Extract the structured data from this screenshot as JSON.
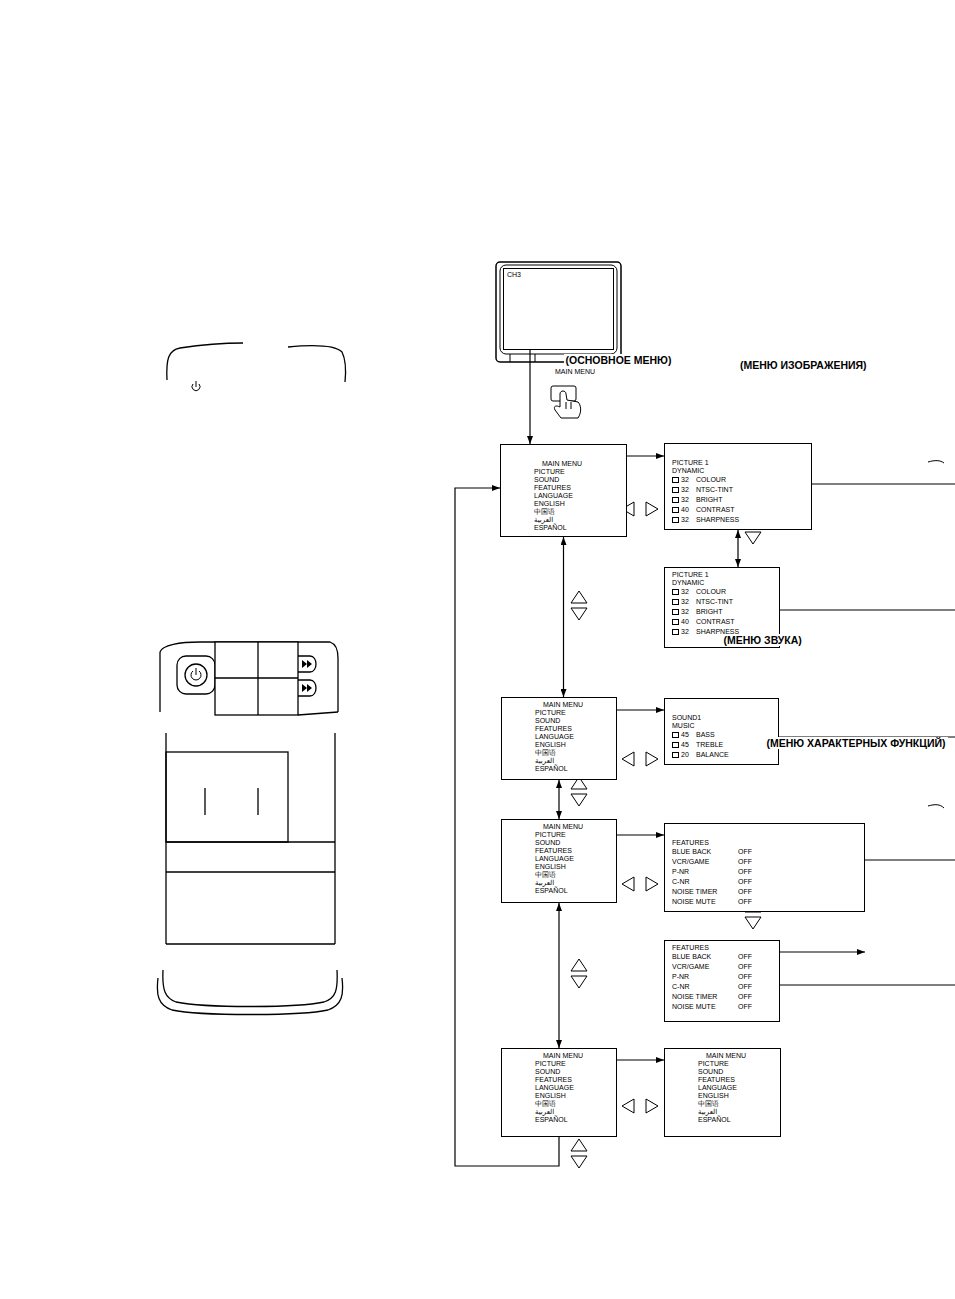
{
  "diagram": {
    "nodes": [
      {
        "text": [
          "CH3"
        ]
      },
      {
        "text": [
          "(ОСНОВНОЕ МЕНЮ)",
          "MAIN MENU",
          "PICTURE",
          "SOUND",
          "FEATURES",
          "LANGUAGE",
          "ENGLISH",
          "中国语",
          "العربية",
          "ESPAÑOL"
        ]
      },
      {
        "text": [
          "(МЕНЮ ИЗОБРАЖЕНИЯ)",
          "PICTURE 1",
          "DYNAMIC",
          "32",
          "COLOUR",
          "32",
          "NTSC-TINT",
          "32",
          "BRIGHT",
          "40",
          "CONTRAST",
          "32",
          "SHARPNESS"
        ]
      },
      {
        "text": [
          "PICTURE 1",
          "DYNAMIC",
          "32",
          "COLOUR",
          "32",
          "NTSC-TINT",
          "32",
          "BRIGHT",
          "40",
          "CONTRAST",
          "32",
          "SHARPNESS"
        ]
      },
      {
        "text": [
          "MAIN MENU",
          "PICTURE",
          "SOUND",
          "FEATURES",
          "LANGUAGE",
          "ENGLISH",
          "中国语",
          "العربية",
          "ESPAÑOL"
        ]
      },
      {
        "text": [
          "(МЕНЮ ЗВУКА)",
          "SOUND1",
          "MUSIC",
          "45",
          "BASS",
          "45",
          "TREBLE",
          "20",
          "BALANCE"
        ]
      },
      {
        "text": [
          "MAIN MENU",
          "PICTURE",
          "SOUND",
          "FEATURES",
          "LANGUAGE",
          "ENGLISH",
          "中国语",
          "العربية",
          "ESPAÑOL"
        ]
      },
      {
        "text": [
          "(МЕНЮ ХАРАКТЕРНЫХ ФУНКЦИЙ)",
          "FEATURES",
          "BLUE BACK",
          "OFF",
          "VCR/GAME",
          "OFF",
          "P-NR",
          "OFF",
          "C-NR",
          "OFF",
          "NOISE TIMER",
          "OFF",
          "NOISE MUTE",
          "OFF"
        ]
      },
      {
        "text": [
          "FEATURES",
          "BLUE BACK",
          "OFF",
          "VCR/GAME",
          "OFF",
          "P-NR",
          "OFF",
          "C-NR",
          "OFF",
          "NOISE TIMER",
          "OFF",
          "NOISE MUTE",
          "OFF"
        ]
      },
      {
        "text": [
          "MAIN MENU",
          "PICTURE",
          "SOUND",
          "FEATURES",
          "LANGUAGE",
          "ENGLISH",
          "中国语",
          "العربية",
          "ESPAÑOL"
        ]
      },
      {
        "text": [
          "MAIN MENU",
          "PICTURE",
          "SOUND",
          "FEATURES",
          "LANGUAGE",
          "ENGLISH",
          "中国语",
          "العربية",
          "ESPAÑOL"
        ]
      }
    ],
    "edges": [
      {
        "from": 0,
        "to": 1,
        "arrow": "to"
      },
      {
        "from": 1,
        "to": 2,
        "arrow": "to"
      },
      {
        "from": 2,
        "to": 3,
        "arrow": "both"
      },
      {
        "from": 1,
        "to": 4,
        "arrow": "both"
      },
      {
        "from": 4,
        "to": 5,
        "arrow": "to"
      },
      {
        "from": 4,
        "to": 6,
        "arrow": "both"
      },
      {
        "from": 6,
        "to": 7,
        "arrow": "to"
      },
      {
        "from": 7,
        "to": 8,
        "arrow": "both"
      },
      {
        "from": 6,
        "to": 9,
        "arrow": "both"
      },
      {
        "from": 9,
        "to": 10,
        "arrow": "to"
      },
      {
        "from": 9,
        "to": 1,
        "arrow": "to"
      }
    ],
    "labels": [
      "MAIN MENU"
    ]
  }
}
